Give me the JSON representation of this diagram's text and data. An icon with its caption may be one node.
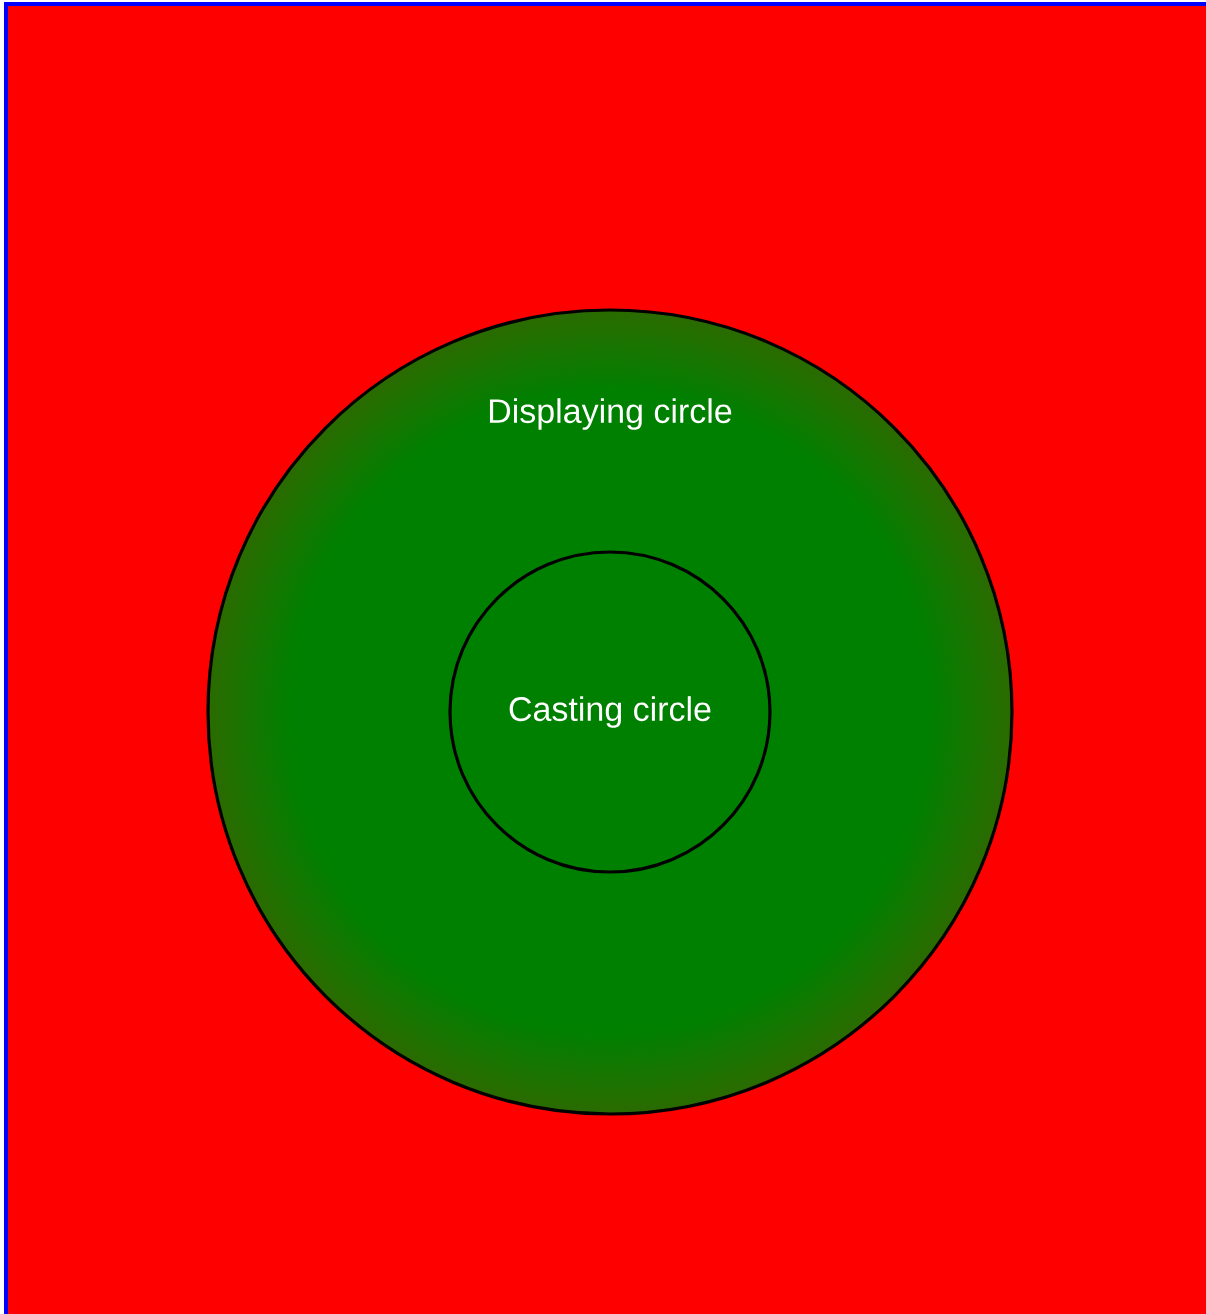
{
  "diagram": {
    "nodes": [
      {
        "text": [
          "Displaying circle"
        ]
      },
      {
        "text": [
          "Casting circle"
        ],
        "in": 0
      }
    ]
  }
}
